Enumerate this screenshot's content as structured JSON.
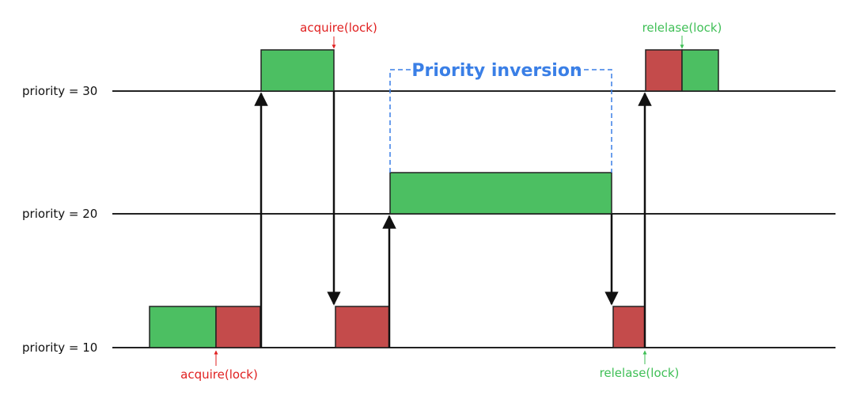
{
  "levels": [
    {
      "label": "priority = 30",
      "value": 30
    },
    {
      "label": "priority = 20",
      "value": 20
    },
    {
      "label": "priority = 10",
      "value": 10
    }
  ],
  "colors": {
    "running": "#4cbf62",
    "locked": "#c44b4b",
    "acquire_text": "#e02020",
    "release_text": "#3fbf56",
    "inversion": "#3a7fe6",
    "line": "#222222"
  },
  "events": {
    "acquire_low": "acquire(lock)",
    "acquire_high": "acquire(lock)",
    "release_low": "relelase(lock)",
    "release_high": "relelase(lock)"
  },
  "inversion": {
    "label": "Priority inversion"
  }
}
